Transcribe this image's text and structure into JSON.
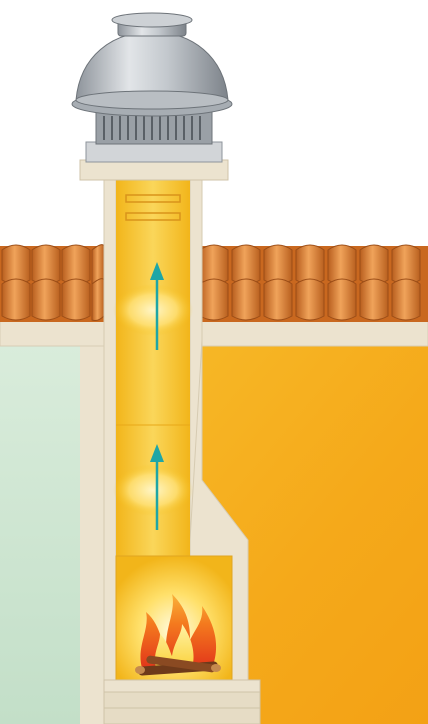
{
  "scene": {
    "components": [
      "chimney-fan",
      "roof-tiles",
      "chimney-flue",
      "airflow-arrows",
      "fireplace",
      "fire",
      "firewood"
    ],
    "airflow_direction": "up",
    "airflow_arrow_count": 2,
    "colors": {
      "flue_glow": "#f6c21c",
      "wall_orange": "#f5aa1a",
      "side_room_green": "#cfe6d2",
      "masonry": "#ece3cf",
      "roof_tile": "#d6752a",
      "arrow": "#1ea6a6",
      "fan_metal": "#b7bcc2",
      "flame": "#ef5a16"
    }
  }
}
